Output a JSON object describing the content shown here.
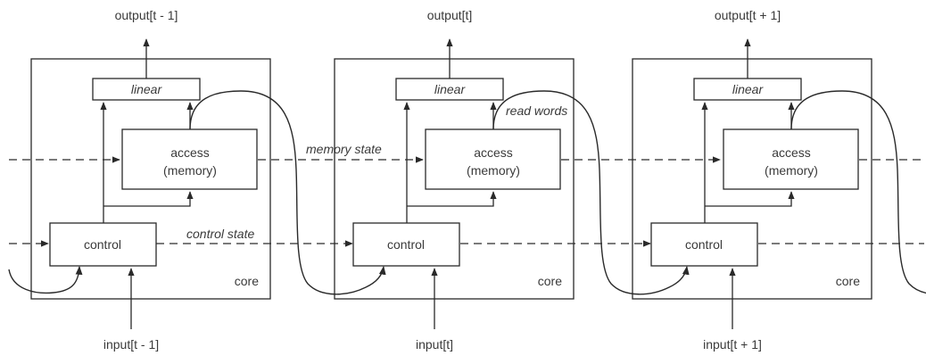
{
  "diagram": {
    "title": "",
    "edge_labels": {
      "memory_state": "memory state",
      "control_state": "control state",
      "read_words": "read words"
    },
    "cells": [
      {
        "id": "t-1",
        "output_label": "output[t - 1]",
        "input_label": "input[t - 1]",
        "linear_label": "linear",
        "access_label_line1": "access",
        "access_label_line2": "(memory)",
        "control_label": "control",
        "core_label": "core"
      },
      {
        "id": "t",
        "output_label": "output[t]",
        "input_label": "input[t]",
        "linear_label": "linear",
        "access_label_line1": "access",
        "access_label_line2": "(memory)",
        "control_label": "control",
        "core_label": "core"
      },
      {
        "id": "t+1",
        "output_label": "output[t + 1]",
        "input_label": "input[t + 1]",
        "linear_label": "linear",
        "access_label_line1": "access",
        "access_label_line2": "(memory)",
        "control_label": "control",
        "core_label": "core"
      }
    ]
  }
}
